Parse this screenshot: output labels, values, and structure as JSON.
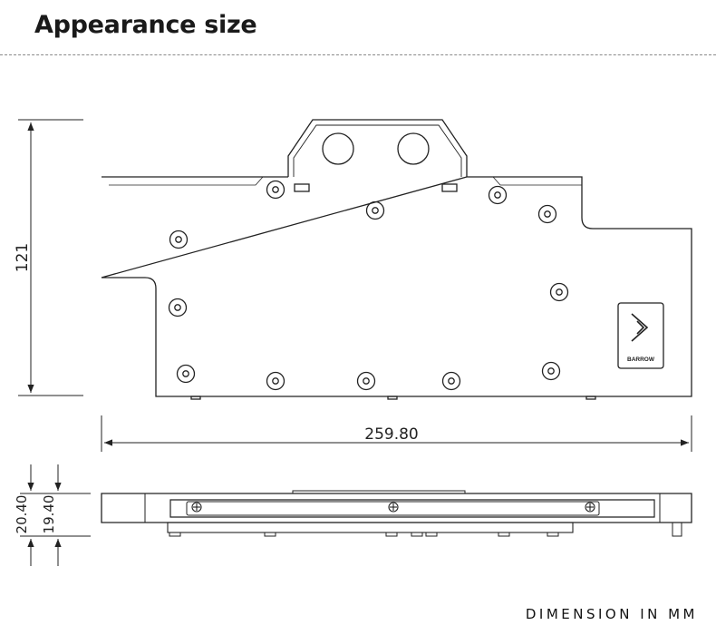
{
  "header": {
    "title": "Appearance size"
  },
  "top_view": {
    "height_label": "121",
    "width_label": "259.80",
    "logo_text": "BARROW"
  },
  "side_view": {
    "thickness_total_label": "20.40",
    "thickness_inner_label": "19.40"
  },
  "footer": {
    "note": "DIMENSION IN MM"
  }
}
